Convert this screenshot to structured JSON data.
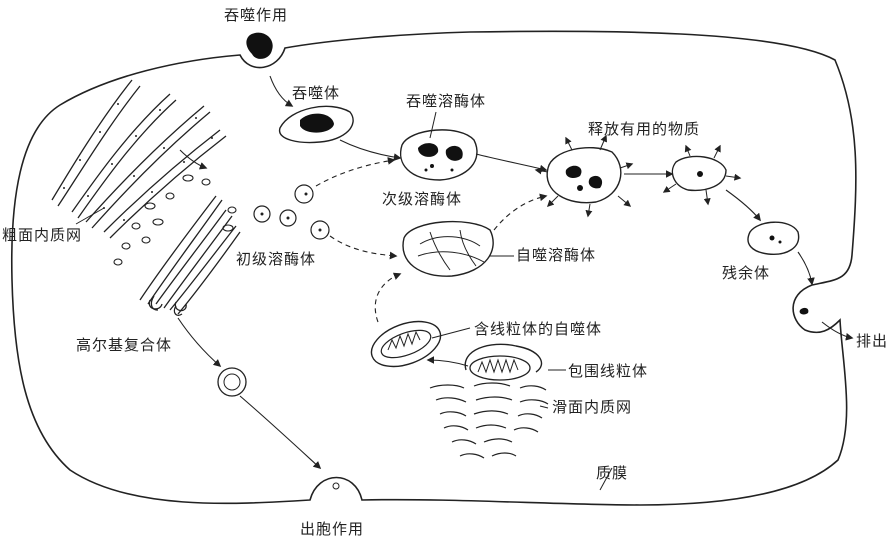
{
  "labels": {
    "phagocytosis": "吞噬作用",
    "phagosome": "吞噬体",
    "phagolysosome": "吞噬溶酶体",
    "release_useful": "释放有用的物质",
    "secondary_lysosome": "次级溶酶体",
    "rough_er": "粗面内质网",
    "primary_lysosome": "初级溶酶体",
    "autolysosome": "自噬溶酶体",
    "residual_body": "残余体",
    "excretion": "排出",
    "golgi": "高尔基复合体",
    "autophagosome_mito": "含线粒体的自噬体",
    "enclosing_mito": "包围线粒体",
    "smooth_er": "滑面内质网",
    "membrane": "质膜",
    "exocytosis": "出胞作用"
  }
}
